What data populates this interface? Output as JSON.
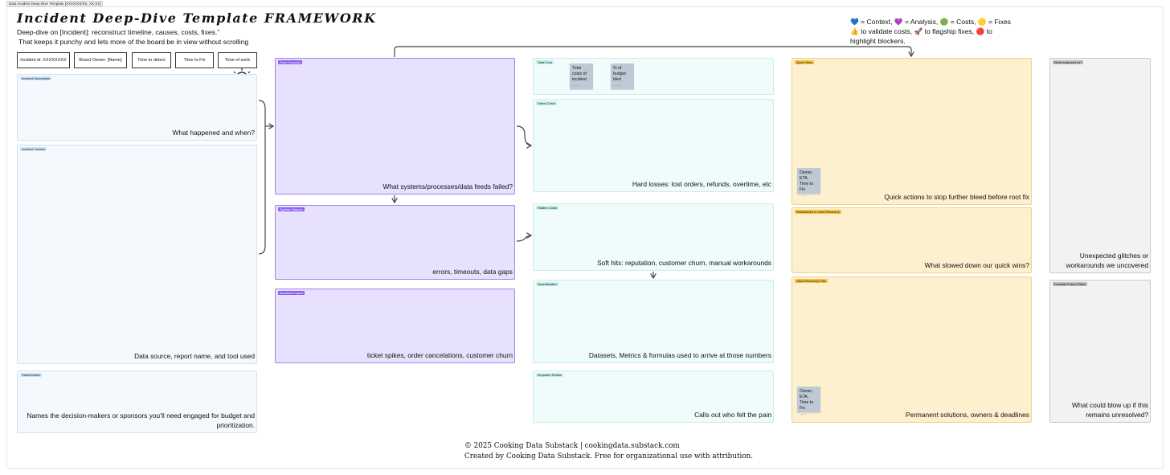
{
  "tab_title": "Data Incident Deep-Dive Template [XXXX/XX/XX, XX:XX]",
  "header": {
    "title": "Incident Deep-Dive Template FRAMEWORK",
    "subtitle_1": "Deep-dive on [Incident]: reconstruct timeline, causes, costs, fixes.”",
    "subtitle_2": "That keeps it punchy and lets more of the board be in view without scrolling"
  },
  "legend": {
    "line_1": "💙 = Context, 💜 = Analysis, 🟢 = Costs, 🟡 = Fixes",
    "line_2": "👍 to validate costs, 🚀 to flagship fixes, 🔴 to highlight blockers."
  },
  "meta_boxes": [
    {
      "label": "Incident id: XXXXXXXX"
    },
    {
      "label": "Board Owner: [Name]"
    },
    {
      "label": "Time to detect"
    },
    {
      "label": "Time to Fix"
    },
    {
      "label": "Time of work"
    }
  ],
  "context": {
    "description": {
      "tag": "Incident Description",
      "caption": "What happened and when?"
    },
    "context": {
      "tag": "Incident Context",
      "caption": "Data source, report name, and tool used"
    },
    "stakeholders": {
      "tag": "Stakeholders",
      "caption": "Names the decision-makers or sponsors you’ll need engaged for budget and prioritization."
    }
  },
  "analysis": {
    "root_causes": {
      "tag": "Root Cause(s)",
      "caption": "What systems/processes/data feeds failed?"
    },
    "system_failures": {
      "tag": "System Failures",
      "caption": "errors, timeouts, data gaps"
    },
    "business_impact": {
      "tag": "Business Impact",
      "caption": "ticket spikes, order cancelations, customer churn"
    }
  },
  "costs": {
    "total": {
      "tag": "Total Cost",
      "sticky_1": "Total costs of incident",
      "sticky_2": "% of budget bled",
      "dots": "......"
    },
    "direct": {
      "tag": "Direct Costs",
      "caption": "Hard losses: lost orders, refunds, overtime, etc"
    },
    "hidden": {
      "tag": "Hidden Costs",
      "caption": "Soft hits: reputation, customer churn, manual workarounds"
    },
    "quantification": {
      "tag": "Quantification",
      "caption": "Datasets, Metrics & formulas used to arrive at those numbers"
    },
    "impacted": {
      "tag": "Impacted Parties",
      "caption": "Calls out who felt the pain"
    }
  },
  "fixes": {
    "quick_wins": {
      "tag": "Quick Wins",
      "caption": "Quick actions to stop further bleed before root fix",
      "sticky": "Owner, ETA, Time to Fix",
      "dots": "......"
    },
    "roadblocks": {
      "tag": "Roadblocks to Cash Recovery",
      "caption": "What slowed down our quick wins?"
    },
    "recovery": {
      "tag": "Value Recovery Plan",
      "caption": "Permanent solutions, owners & deadlines",
      "sticky": "Owner, ETA, Time to Fix",
      "dots": "......"
    }
  },
  "learnings": {
    "surprised": {
      "tag": "What surprised us?",
      "caption": "Unexpected glitches or workarounds we uncovered"
    },
    "risks": {
      "tag": "Possible Future Risks",
      "caption": "What could blow up if this remains unresolved?"
    }
  },
  "footer": {
    "line_1": "© 2025 Cooking Data Substack | cookingdata.substack.com",
    "line_2": "Created by Cooking Data Substack. Free for organizational use with attribution."
  },
  "colors": {
    "context": "#f5f9fd",
    "analysis": "#e8e1fd",
    "costs": "#effcfb",
    "fixes": "#fdf0cf",
    "learnings": "#f2f2f2"
  }
}
